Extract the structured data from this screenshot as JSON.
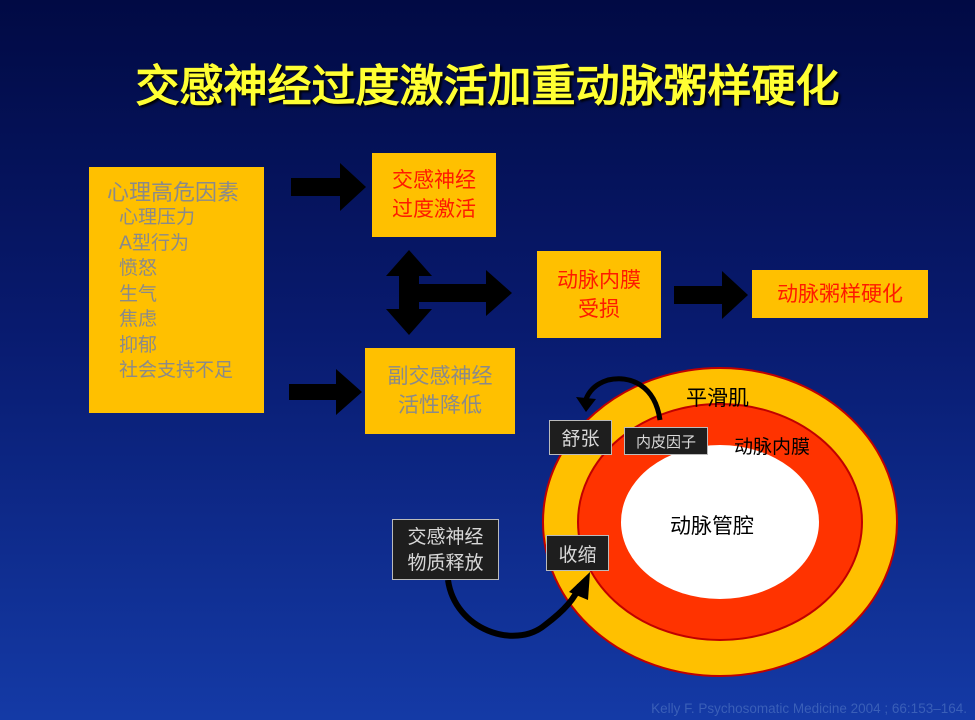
{
  "title": "交感神经过度激活加重动脉粥样硬化",
  "risk_factors": {
    "heading": "心理高危因素",
    "items": [
      "心理压力",
      "A型行为",
      "愤怒",
      "生气",
      "焦虑",
      "抑郁",
      "社会支持不足"
    ]
  },
  "sympathetic_box": [
    "交感神经",
    "过度激活"
  ],
  "parasympathetic_box": [
    "副交感神经",
    "活性降低"
  ],
  "endothelium_damage_box": [
    "动脉内膜",
    "受损"
  ],
  "atherosclerosis_box": "动脉粥样硬化",
  "vessel": {
    "smooth_muscle": "平滑肌",
    "intima": "动脉内膜",
    "lumen": "动脉管腔",
    "dilation": "舒张",
    "endothelial_factor": "内皮因子",
    "contraction": "收缩",
    "sympathetic_release": [
      "交感神经",
      "物质释放"
    ]
  },
  "citation": "Kelly F. Psychosomatic Medicine 2004 ; 66:153–164.",
  "colors": {
    "title": "#ffff33",
    "box_fill": "#ffc000",
    "box_text_red": "#ff1a00",
    "box_text_grey": "#8a8a8a",
    "intima_ring": "#ff3300",
    "lumen": "#ffffff",
    "arrow": "#000000"
  }
}
